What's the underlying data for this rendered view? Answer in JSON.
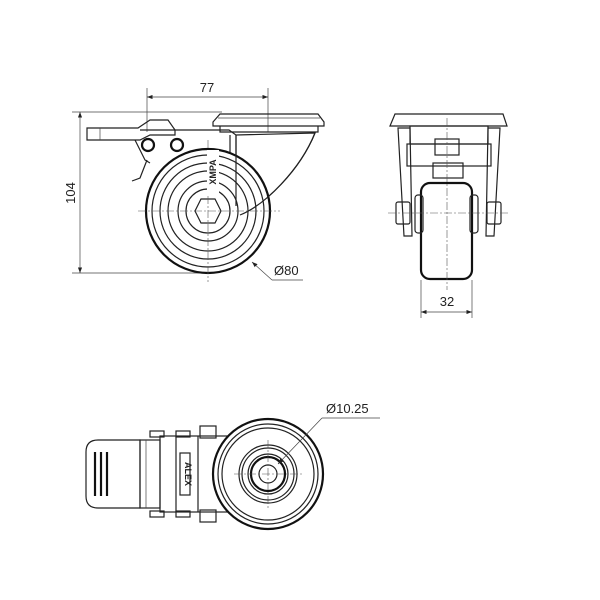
{
  "drawing": {
    "side_view": {
      "dim_offset": "77",
      "dim_height": "104",
      "dim_wheel_diameter": "Ø80",
      "brand_mark": "XMPA"
    },
    "front_view": {
      "dim_wheel_width": "32"
    },
    "top_view": {
      "dim_axle_hole": "Ø10.25",
      "brand_mark": "ALEX"
    }
  }
}
